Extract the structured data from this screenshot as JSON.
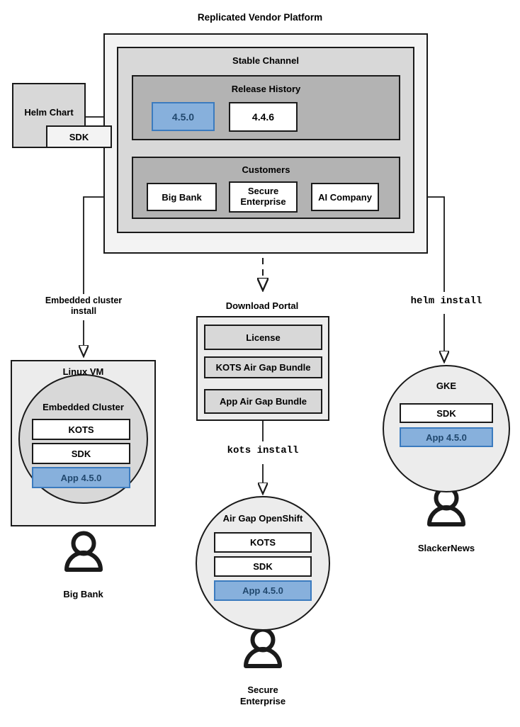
{
  "diagram": {
    "title": "Replicated Vendor Platform",
    "type": "architecture-flow"
  },
  "source": {
    "helm_chart_label": "Helm Chart",
    "sdk_label": "SDK"
  },
  "platform": {
    "channel_title": "Stable Channel",
    "release_history": {
      "title": "Release History",
      "releases": [
        {
          "version": "4.5.0",
          "highlighted": true
        },
        {
          "version": "4.4.6",
          "highlighted": false
        }
      ]
    },
    "customers": {
      "title": "Customers",
      "items": [
        {
          "name": "Big Bank"
        },
        {
          "name": "Secure\nEnterprise"
        },
        {
          "name": "AI Company"
        }
      ]
    }
  },
  "edges": {
    "embedded_cluster_install": "Embedded cluster\ninstall",
    "kots_install": "kots install",
    "helm_install": "helm install"
  },
  "targets": {
    "linux_vm": {
      "title": "Linux VM",
      "cluster_title": "Embedded Cluster",
      "components": [
        {
          "label": "KOTS",
          "highlighted": false
        },
        {
          "label": "SDK",
          "highlighted": false
        },
        {
          "label": "App 4.5.0",
          "highlighted": true
        }
      ],
      "user": "Big Bank"
    },
    "download_portal": {
      "title": "Download Portal",
      "artifacts": [
        {
          "label": "License"
        },
        {
          "label": "KOTS Air Gap Bundle"
        },
        {
          "label": "App Air Gap Bundle"
        }
      ]
    },
    "air_gap_openshift": {
      "title": "Air Gap OpenShift",
      "components": [
        {
          "label": "KOTS",
          "highlighted": false
        },
        {
          "label": "SDK",
          "highlighted": false
        },
        {
          "label": "App 4.5.0",
          "highlighted": true
        }
      ],
      "user": "Secure\nEnterprise"
    },
    "gke": {
      "title": "GKE",
      "components": [
        {
          "label": "SDK",
          "highlighted": false
        },
        {
          "label": "App 4.5.0",
          "highlighted": true
        }
      ],
      "user": "SlackerNews"
    }
  },
  "colors": {
    "highlight_fill": "#87b0dc",
    "highlight_stroke": "#3b7bbf",
    "highlight_text": "#21486e",
    "shell_outer": "#f3f3f3",
    "shell_channel": "#d8d8d8",
    "shell_section": "#b3b3b3",
    "stroke": "#1a1a1a"
  }
}
